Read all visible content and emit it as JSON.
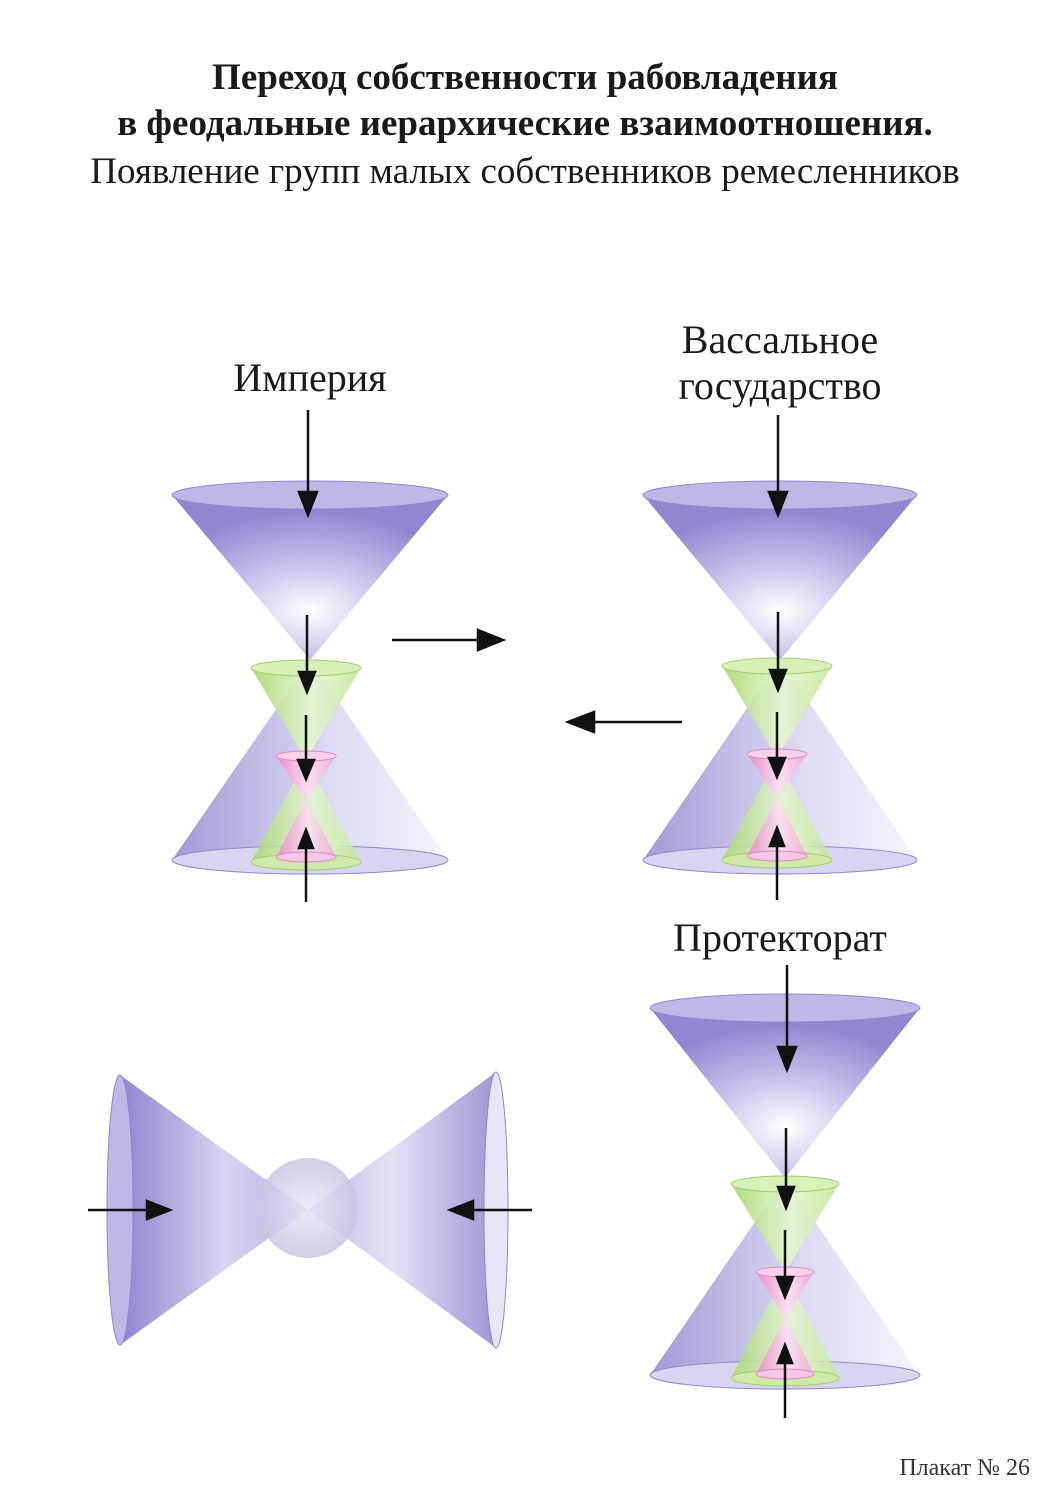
{
  "title": {
    "line1": "Переход собственности рабовладения",
    "line2": "в феодальные иерархические взаимоотношения.",
    "subtitle": "Появление групп малых собственников ремесленников"
  },
  "labels": {
    "empire": "Империя",
    "vassal_line1": "Вассальное",
    "vassal_line2": "государство",
    "protectorate": "Протекторат"
  },
  "footer": "Плакат № 26",
  "colors": {
    "outer_cone": "#9c96d8",
    "middle_cone": "#bde58a",
    "inner_cone": "#f0a6d8",
    "arrow": "#111111"
  }
}
